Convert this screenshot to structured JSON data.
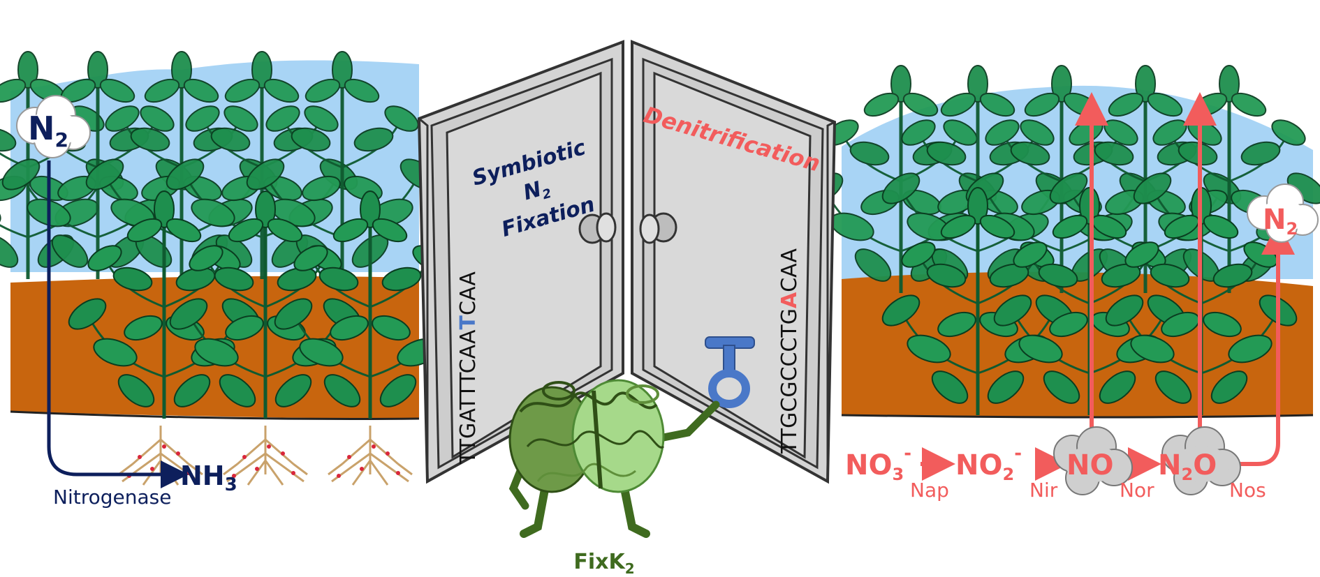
{
  "left": {
    "gas_main": "N",
    "gas_sub": "2",
    "product_main": "NH",
    "product_sub": "3",
    "enzyme": "Nitrogenase"
  },
  "door_left": {
    "title_line1": "Symbiotic",
    "title_line2_main": "N",
    "title_line2_sub": "2",
    "title_line3": "Fixation",
    "seq_pre": "TTGATTTCAA",
    "seq_mark": "T",
    "seq_post": "CAA"
  },
  "door_right": {
    "title": "Denitrification",
    "seq_pre": "TTGCGCCCTG",
    "seq_mark": "A",
    "seq_post": "CAA"
  },
  "right": {
    "no3": "NO",
    "no3_sub": "3",
    "no3_sup": "-",
    "no2": "NO",
    "no2_sub": "2",
    "no2_sup": "-",
    "no": "NO",
    "n2o_n": "N",
    "n2o_sub": "2",
    "n2o_o": "O",
    "n2_main": "N",
    "n2_sub": "2",
    "enzymes": [
      "Nap",
      "Nir",
      "Nor",
      "Nos"
    ]
  },
  "protein": {
    "name_main": "FixK",
    "name_sub": "2"
  },
  "colors": {
    "sky": "#a8d4f5",
    "soil": "#c8650e",
    "leaf": "#1e8f4e",
    "navy": "#0d1f5c",
    "red": "#f25c5c",
    "door": "#d4d4d4",
    "protein_dark": "#3f6b1f",
    "protein_light": "#a6d98a",
    "key": "#4a78c8"
  }
}
